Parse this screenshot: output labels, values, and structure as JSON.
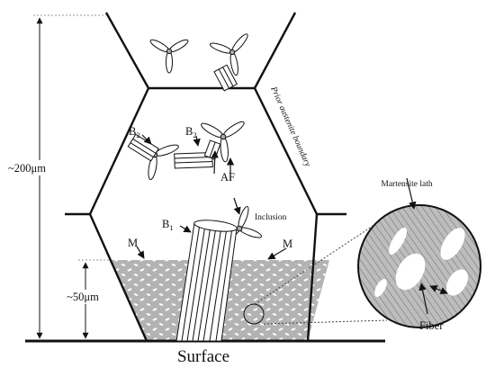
{
  "labels": {
    "height_total": "~200μm",
    "height_layer": "~50μm",
    "boundary": "Prior austenite boundary",
    "b2": "B",
    "b2_sub": "2",
    "b1": "B",
    "b1_sub": "1",
    "af": "AF",
    "inclusion": "Inclusion",
    "martensite": "M",
    "martensite_lath": "Martensite lath",
    "fiber": "Fiber",
    "surface": "Surface"
  }
}
